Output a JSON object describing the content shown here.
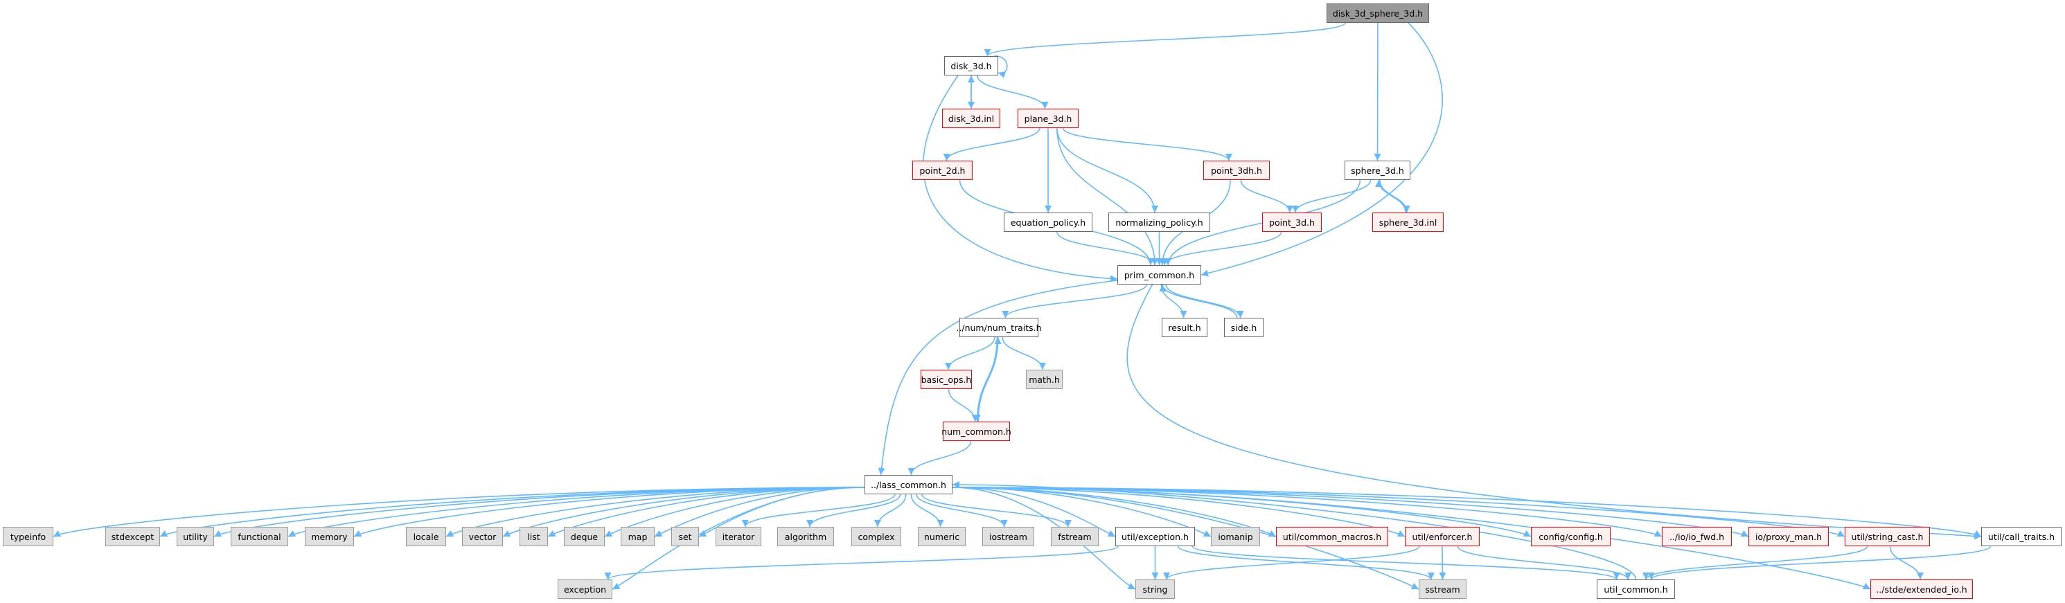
{
  "title": "disk_3d_sphere_3d.h",
  "colors": {
    "edge": "#63b8ff",
    "root_fill": "#999999",
    "normal_fill": "#ffffff",
    "normal_border": "#666666",
    "system_fill": "#e0e0e0",
    "system_border": "#999999",
    "incomplete_fill": "#fff0f0",
    "incomplete_border": "#ff0000"
  },
  "nodes": [
    {
      "id": "disk_3d_sphere_3d",
      "label": "disk_3d_sphere_3d.h",
      "kind": "root"
    },
    {
      "id": "disk_3d",
      "label": "disk_3d.h",
      "kind": "white"
    },
    {
      "id": "disk_3d_inl",
      "label": "disk_3d.inl",
      "kind": "red"
    },
    {
      "id": "plane_3d",
      "label": "plane_3d.h",
      "kind": "red"
    },
    {
      "id": "point_2d",
      "label": "point_2d.h",
      "kind": "red"
    },
    {
      "id": "point_3dh",
      "label": "point_3dh.h",
      "kind": "red"
    },
    {
      "id": "sphere_3d",
      "label": "sphere_3d.h",
      "kind": "white"
    },
    {
      "id": "equation_policy",
      "label": "equation_policy.h",
      "kind": "white"
    },
    {
      "id": "normalizing_policy",
      "label": "normalizing_policy.h",
      "kind": "white"
    },
    {
      "id": "point_3d",
      "label": "point_3d.h",
      "kind": "red"
    },
    {
      "id": "sphere_3d_inl",
      "label": "sphere_3d.inl",
      "kind": "red"
    },
    {
      "id": "prim_common",
      "label": "prim_common.h",
      "kind": "white"
    },
    {
      "id": "num_traits",
      "label": "../num/num_traits.h",
      "kind": "white"
    },
    {
      "id": "result",
      "label": "result.h",
      "kind": "white"
    },
    {
      "id": "side",
      "label": "side.h",
      "kind": "white"
    },
    {
      "id": "basic_ops",
      "label": "basic_ops.h",
      "kind": "red"
    },
    {
      "id": "math",
      "label": "math.h",
      "kind": "gray"
    },
    {
      "id": "num_common",
      "label": "num_common.h",
      "kind": "red"
    },
    {
      "id": "lass_common",
      "label": "../lass_common.h",
      "kind": "white"
    },
    {
      "id": "typeinfo",
      "label": "typeinfo",
      "kind": "gray"
    },
    {
      "id": "stdexcept",
      "label": "stdexcept",
      "kind": "gray"
    },
    {
      "id": "utility",
      "label": "utility",
      "kind": "gray"
    },
    {
      "id": "functional",
      "label": "functional",
      "kind": "gray"
    },
    {
      "id": "memory",
      "label": "memory",
      "kind": "gray"
    },
    {
      "id": "locale",
      "label": "locale",
      "kind": "gray"
    },
    {
      "id": "vector",
      "label": "vector",
      "kind": "gray"
    },
    {
      "id": "list",
      "label": "list",
      "kind": "gray"
    },
    {
      "id": "deque",
      "label": "deque",
      "kind": "gray"
    },
    {
      "id": "map",
      "label": "map",
      "kind": "gray"
    },
    {
      "id": "set",
      "label": "set",
      "kind": "gray"
    },
    {
      "id": "iterator",
      "label": "iterator",
      "kind": "gray"
    },
    {
      "id": "algorithm",
      "label": "algorithm",
      "kind": "gray"
    },
    {
      "id": "complex",
      "label": "complex",
      "kind": "gray"
    },
    {
      "id": "numeric",
      "label": "numeric",
      "kind": "gray"
    },
    {
      "id": "iostream",
      "label": "iostream",
      "kind": "gray"
    },
    {
      "id": "fstream",
      "label": "fstream",
      "kind": "gray"
    },
    {
      "id": "util_exception",
      "label": "util/exception.h",
      "kind": "white"
    },
    {
      "id": "iomanip",
      "label": "iomanip",
      "kind": "gray"
    },
    {
      "id": "common_macros",
      "label": "util/common_macros.h",
      "kind": "red"
    },
    {
      "id": "enforcer",
      "label": "util/enforcer.h",
      "kind": "red"
    },
    {
      "id": "config",
      "label": "config/config.h",
      "kind": "red"
    },
    {
      "id": "io_fwd",
      "label": "../io/io_fwd.h",
      "kind": "red"
    },
    {
      "id": "proxy_man",
      "label": "io/proxy_man.h",
      "kind": "red"
    },
    {
      "id": "string_cast",
      "label": "util/string_cast.h",
      "kind": "red"
    },
    {
      "id": "call_traits",
      "label": "util/call_traits.h",
      "kind": "white"
    },
    {
      "id": "exception",
      "label": "exception",
      "kind": "gray"
    },
    {
      "id": "string",
      "label": "string",
      "kind": "gray"
    },
    {
      "id": "sstream",
      "label": "sstream",
      "kind": "gray"
    },
    {
      "id": "util_common",
      "label": "util_common.h",
      "kind": "white"
    },
    {
      "id": "extended_io",
      "label": "../stde/extended_io.h",
      "kind": "red"
    }
  ],
  "edges": [
    [
      "disk_3d_sphere_3d",
      "disk_3d"
    ],
    [
      "disk_3d_sphere_3d",
      "sphere_3d"
    ],
    [
      "disk_3d_sphere_3d",
      "prim_common"
    ],
    [
      "disk_3d",
      "disk_3d"
    ],
    [
      "disk_3d",
      "disk_3d_inl"
    ],
    [
      "disk_3d",
      "plane_3d"
    ],
    [
      "disk_3d",
      "prim_common"
    ],
    [
      "disk_3d_inl",
      "disk_3d"
    ],
    [
      "plane_3d",
      "point_2d"
    ],
    [
      "plane_3d",
      "point_3dh"
    ],
    [
      "plane_3d",
      "equation_policy"
    ],
    [
      "plane_3d",
      "normalizing_policy"
    ],
    [
      "plane_3d",
      "prim_common"
    ],
    [
      "point_2d",
      "prim_common"
    ],
    [
      "point_3dh",
      "point_3d"
    ],
    [
      "point_3dh",
      "prim_common"
    ],
    [
      "equation_policy",
      "prim_common"
    ],
    [
      "normalizing_policy",
      "prim_common"
    ],
    [
      "point_3d",
      "prim_common"
    ],
    [
      "sphere_3d",
      "point_3d"
    ],
    [
      "sphere_3d",
      "sphere_3d_inl"
    ],
    [
      "sphere_3d",
      "prim_common"
    ],
    [
      "sphere_3d_inl",
      "sphere_3d"
    ],
    [
      "prim_common",
      "num_traits"
    ],
    [
      "prim_common",
      "result"
    ],
    [
      "prim_common",
      "side"
    ],
    [
      "prim_common",
      "lass_common"
    ],
    [
      "prim_common",
      "call_traits"
    ],
    [
      "side",
      "prim_common"
    ],
    [
      "num_traits",
      "basic_ops"
    ],
    [
      "num_traits",
      "math"
    ],
    [
      "num_traits",
      "num_common"
    ],
    [
      "basic_ops",
      "num_common"
    ],
    [
      "num_common",
      "num_traits"
    ],
    [
      "num_common",
      "lass_common"
    ],
    [
      "lass_common",
      "typeinfo"
    ],
    [
      "lass_common",
      "stdexcept"
    ],
    [
      "lass_common",
      "utility"
    ],
    [
      "lass_common",
      "functional"
    ],
    [
      "lass_common",
      "memory"
    ],
    [
      "lass_common",
      "locale"
    ],
    [
      "lass_common",
      "vector"
    ],
    [
      "lass_common",
      "list"
    ],
    [
      "lass_common",
      "deque"
    ],
    [
      "lass_common",
      "map"
    ],
    [
      "lass_common",
      "set"
    ],
    [
      "lass_common",
      "iterator"
    ],
    [
      "lass_common",
      "algorithm"
    ],
    [
      "lass_common",
      "complex"
    ],
    [
      "lass_common",
      "numeric"
    ],
    [
      "lass_common",
      "iostream"
    ],
    [
      "lass_common",
      "fstream"
    ],
    [
      "lass_common",
      "util_exception"
    ],
    [
      "lass_common",
      "iomanip"
    ],
    [
      "lass_common",
      "common_macros"
    ],
    [
      "lass_common",
      "enforcer"
    ],
    [
      "lass_common",
      "config"
    ],
    [
      "lass_common",
      "io_fwd"
    ],
    [
      "lass_common",
      "proxy_man"
    ],
    [
      "lass_common",
      "string_cast"
    ],
    [
      "lass_common",
      "call_traits"
    ],
    [
      "lass_common",
      "exception"
    ],
    [
      "lass_common",
      "string"
    ],
    [
      "lass_common",
      "sstream"
    ],
    [
      "lass_common",
      "extended_io"
    ],
    [
      "util_exception",
      "exception"
    ],
    [
      "util_exception",
      "string"
    ],
    [
      "util_exception",
      "sstream"
    ],
    [
      "util_exception",
      "util_common"
    ],
    [
      "enforcer",
      "string"
    ],
    [
      "enforcer",
      "sstream"
    ],
    [
      "enforcer",
      "util_common"
    ],
    [
      "util_common",
      "lass_common"
    ],
    [
      "string_cast",
      "util_common"
    ],
    [
      "string_cast",
      "extended_io"
    ],
    [
      "call_traits",
      "util_common"
    ]
  ]
}
